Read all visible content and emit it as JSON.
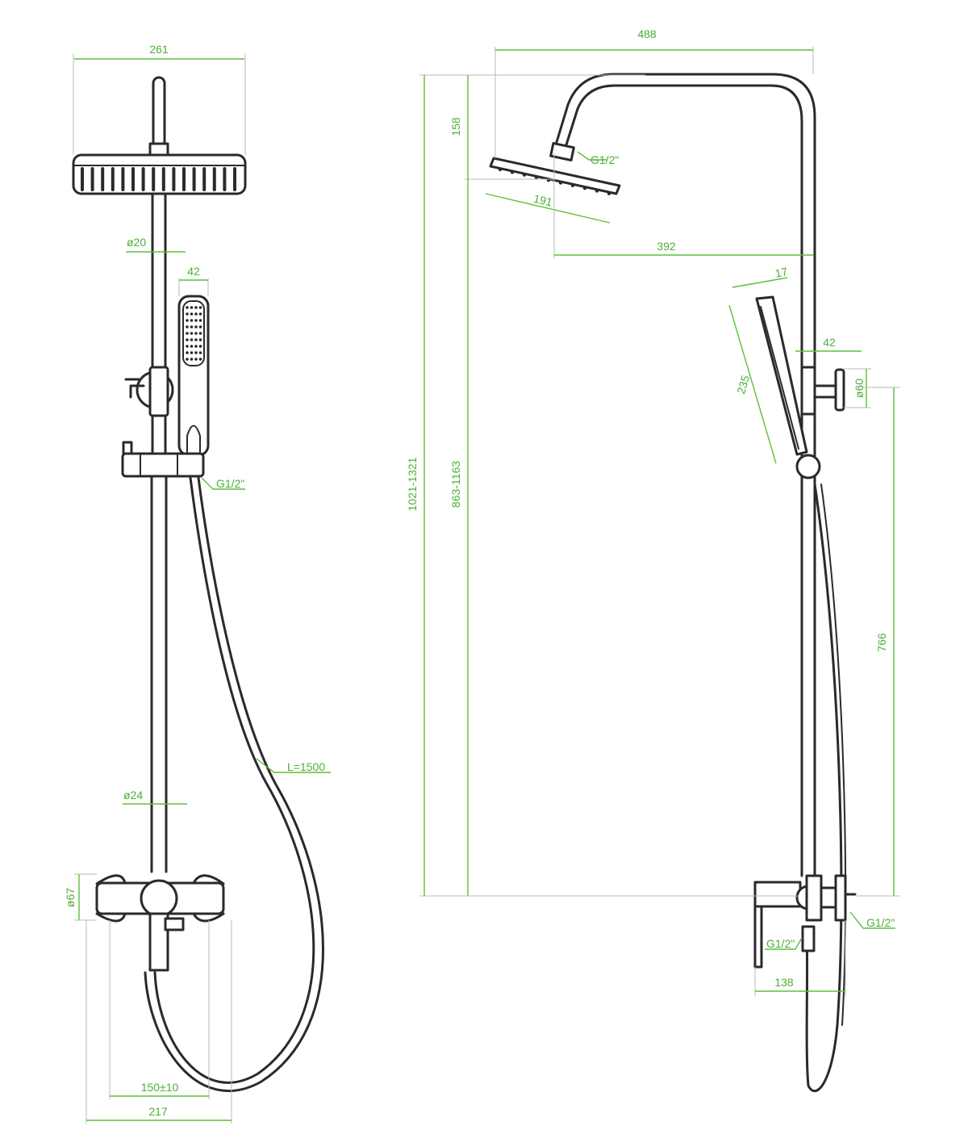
{
  "colors": {
    "outline": "#2a2a2a",
    "dimension": "#5cbf3c",
    "background": "#ffffff"
  },
  "front_view": {
    "dims": {
      "head_width": "261",
      "rail_diameter": "ø20",
      "hand_shower_width": "42",
      "hose_thread": "G1/2\"",
      "hose_length": "L=1500",
      "lower_pipe_diameter": "ø24",
      "mixer_diameter": "ø67",
      "center_distance": "150±10",
      "overall_width": "217"
    }
  },
  "side_view": {
    "dims": {
      "arm_width": "488",
      "head_drop": "158",
      "head_thread": "G1/2\"",
      "head_diameter": "191",
      "arm_reach": "392",
      "hand_head_width": "17",
      "holder_depth": "42",
      "holder_diameter": "ø60",
      "hand_shower_length": "235",
      "total_height": "1021-1321",
      "adjust_height": "863-1163",
      "holder_height": "766",
      "inlet_thread": "G1/2\"",
      "outlet_thread": "G1/2\"",
      "mixer_depth": "138"
    }
  }
}
